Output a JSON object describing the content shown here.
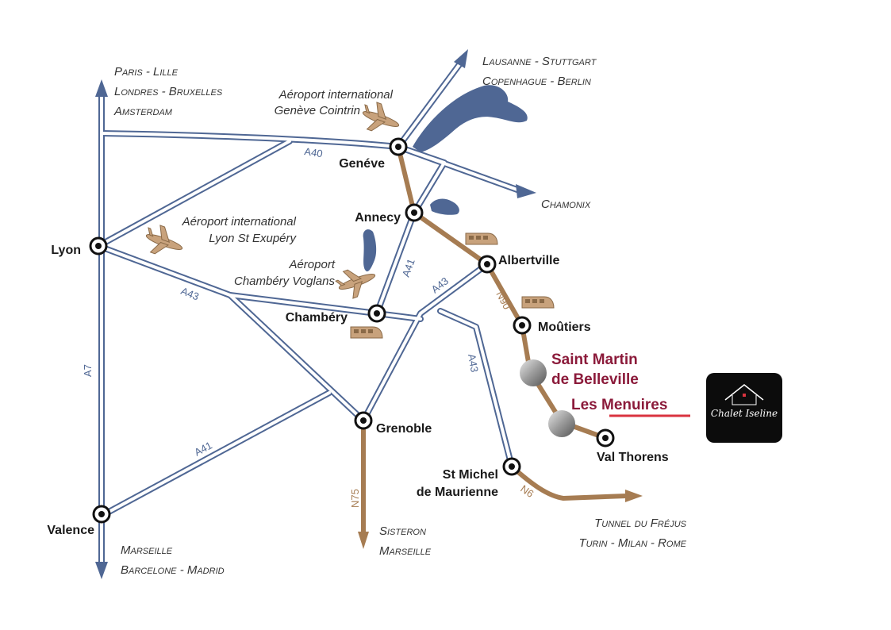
{
  "destinations": {
    "north": [
      "Paris - Lille",
      "Londres - Bruxelles",
      "Amsterdam"
    ],
    "northeast": [
      "Lausanne - Stuttgart",
      "Copenhague - Berlin"
    ],
    "east": "Chamonix",
    "southwest": [
      "Marseille",
      "Barcelone - Madrid"
    ],
    "south": [
      "Sisteron",
      "Marseille"
    ],
    "southeast": [
      "Tunnel du Fréjus",
      "Turin - Milan - Rome"
    ]
  },
  "airports": {
    "geneve": [
      "Aéroport international",
      "Genève Cointrin"
    ],
    "lyon": [
      "Aéroport international",
      "Lyon St Exupéry"
    ],
    "chambery": [
      "Aéroport",
      "Chambéry Voglans"
    ]
  },
  "cities": {
    "geneve": "Genéve",
    "annecy": "Annecy",
    "lyon": "Lyon",
    "albertville": "Albertville",
    "chambery": "Chambéry",
    "moutiers": "Moûtiers",
    "grenoble": "Grenoble",
    "st_michel": [
      "St Michel",
      "de Maurienne"
    ],
    "valence": "Valence",
    "val_thorens": "Val Thorens"
  },
  "resorts": {
    "saint_martin": [
      "Saint Martin",
      "de Belleville"
    ],
    "les_menuires": "Les Menuires"
  },
  "roads": {
    "a40": "A40",
    "a41_north": "A41",
    "a43_west": "A43",
    "a43_middle": "A43",
    "a43_east": "A43",
    "a7": "A7",
    "a41_south": "A41",
    "n90": "N90",
    "n75": "N75",
    "n6": "N6"
  },
  "logo": {
    "text": "Chalet Iseline",
    "background": "#0c0c0c"
  },
  "colors": {
    "road": "#4f6794",
    "route": "#a67c52",
    "resort": "#8b1a3a",
    "underline": "#d9333f"
  }
}
